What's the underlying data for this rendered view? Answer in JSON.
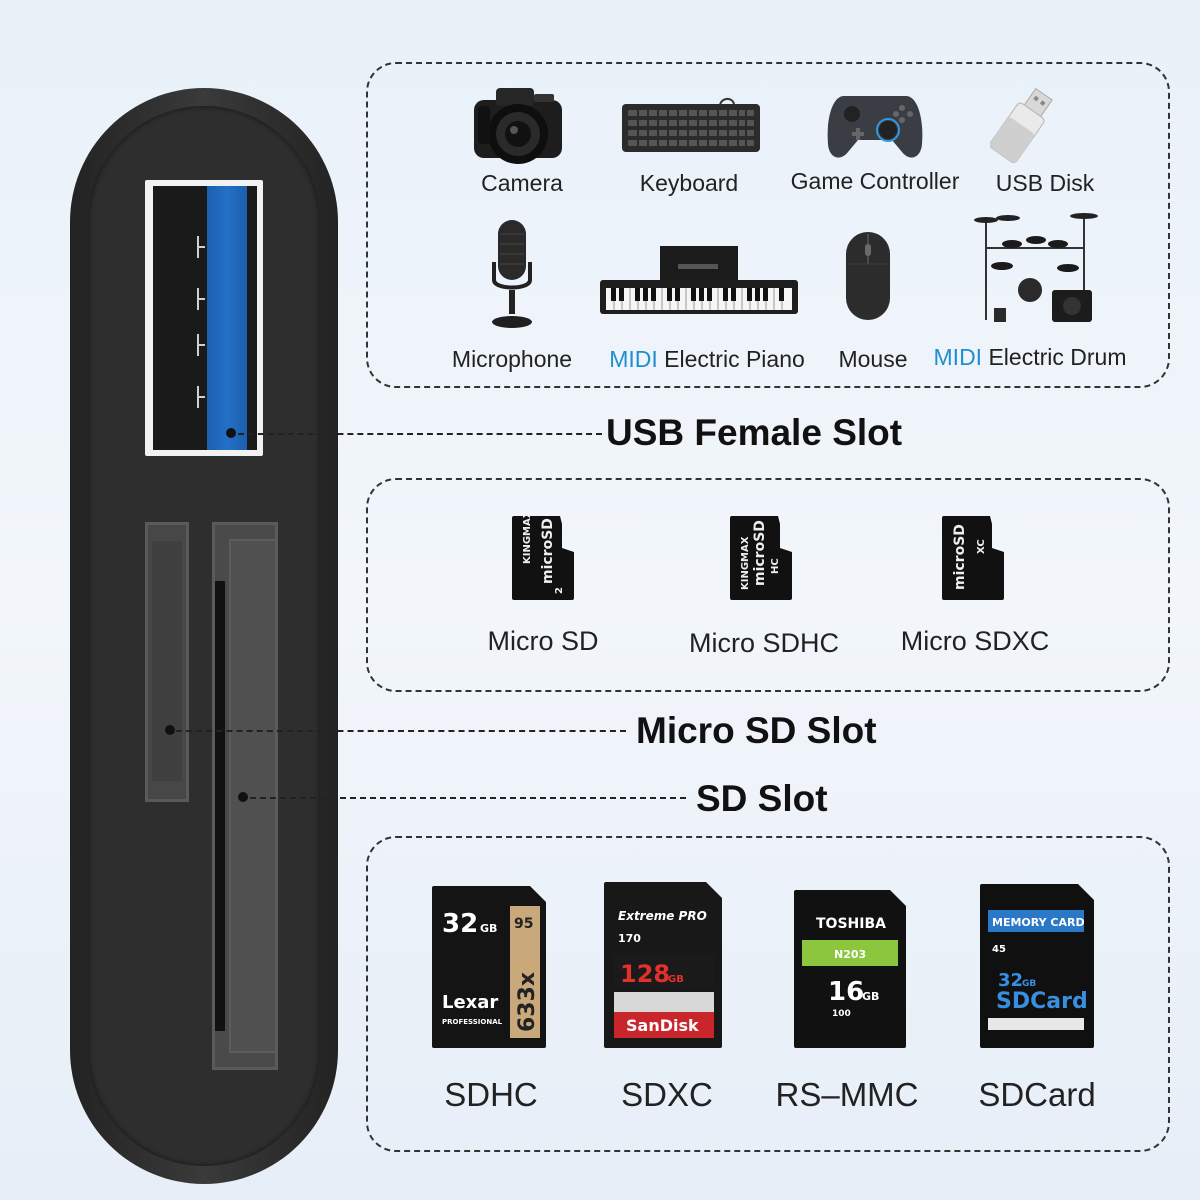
{
  "devices": [
    {
      "label": "Camera",
      "icon": "camera-icon"
    },
    {
      "label": "Keyboard",
      "icon": "keyboard-icon"
    },
    {
      "label": "Game Controller",
      "icon": "game-controller-icon"
    },
    {
      "label": "USB Disk",
      "icon": "usb-disk-icon"
    },
    {
      "label": "Microphone",
      "icon": "microphone-icon"
    },
    {
      "prefix": "MIDI",
      "label": " Electric Piano",
      "icon": "electric-piano-icon"
    },
    {
      "label": "Mouse",
      "icon": "mouse-icon"
    },
    {
      "prefix": "MIDI",
      "label": " Electric Drum",
      "icon": "electric-drum-icon"
    }
  ],
  "slots": {
    "usb": "USB Female Slot",
    "micro_sd": "Micro SD Slot",
    "sd": "SD Slot"
  },
  "micro_cards": [
    {
      "label": "Micro SD",
      "brand": "KINGMAX",
      "text": "microSD",
      "mark": "2"
    },
    {
      "label": "Micro SDHC",
      "brand": "KINGMAX",
      "text": "microSD",
      "mark": "HC"
    },
    {
      "label": "Micro SDXC",
      "brand": "",
      "text": "microSD",
      "mark": "XC"
    }
  ],
  "sd_cards": [
    {
      "label": "SDHC",
      "capacity": "32",
      "unit": "GB",
      "brand": "Lexar",
      "line": "PROFESSIONAL",
      "speed": "633x",
      "mbs": "95"
    },
    {
      "label": "SDXC",
      "capacity": "128",
      "unit": "GB",
      "brand": "SanDisk",
      "line": "Extreme PRO",
      "mbs": "170"
    },
    {
      "label": "RS–MMC",
      "capacity": "16",
      "unit": "GB",
      "brand": "TOSHIBA",
      "line": "N203",
      "mbs": "100"
    },
    {
      "label": "SDCard",
      "capacity": "32",
      "unit": "GB",
      "brand": "SDCard",
      "line": "MEMORY CARD",
      "mbs": "45"
    }
  ],
  "colors": {
    "midi": "#1f8fd1",
    "usb_blue": "#1b5faf",
    "device_body": "#2e2e2e"
  }
}
